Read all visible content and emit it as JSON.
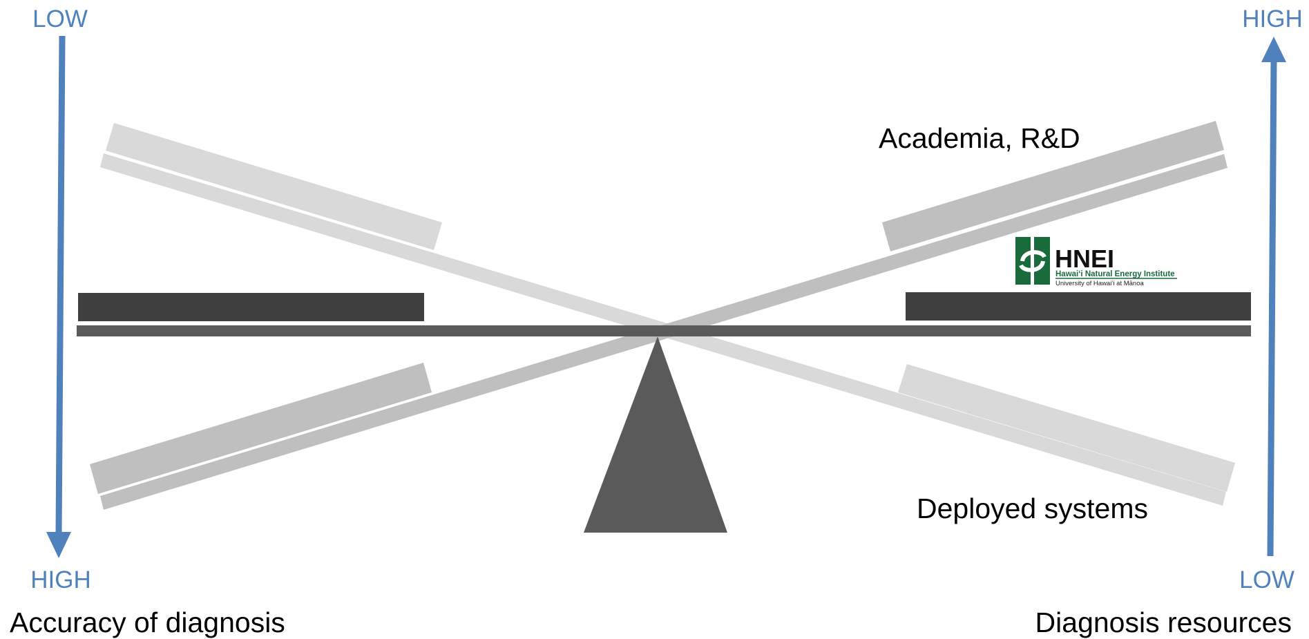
{
  "left_axis": {
    "top_label": "LOW",
    "bottom_label": "HIGH",
    "caption": "Accuracy of diagnosis"
  },
  "right_axis": {
    "top_label": "HIGH",
    "bottom_label": "LOW",
    "caption": "Diagnosis resources"
  },
  "annotations": {
    "upper": "Academia, R&D",
    "lower": "Deployed systems"
  },
  "logo": {
    "acronym": "HNEI",
    "name": "Hawai‘i Natural Energy Institute",
    "affiliation": "University of Hawai‘i at Mānoa"
  },
  "colors": {
    "axis_blue": "#4f81bd",
    "dark_gray": "#404040",
    "mid_gray": "#5a5a5a",
    "light_gray_1": "#d9d9d9",
    "light_gray_2": "#bfbfbf",
    "logo_green": "#1a6b3c"
  }
}
